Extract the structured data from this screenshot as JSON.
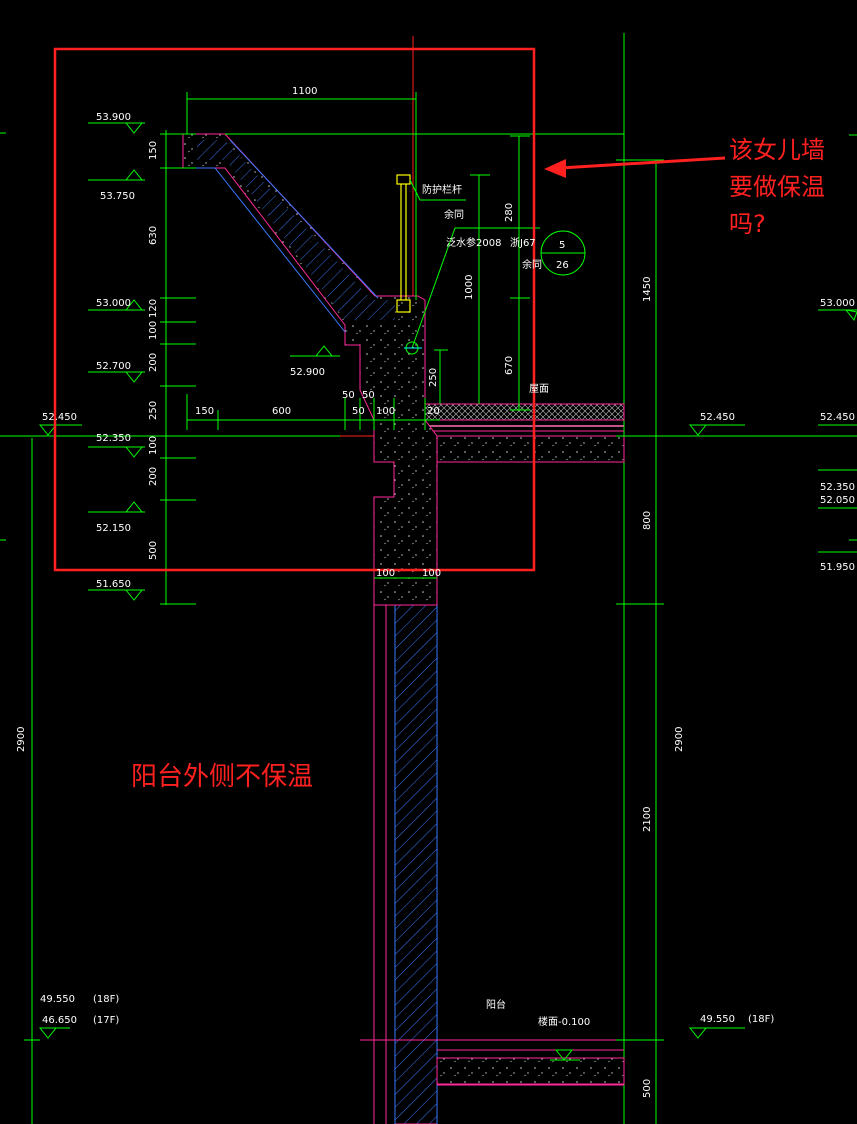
{
  "colors": {
    "background": "#000000",
    "dimension": "#00ff00",
    "concrete_outline": "#ff2a9a",
    "hatch": "#3a78ff",
    "railing": "#ffff00",
    "annotation_red": "#ff2020",
    "text": "#ffffff",
    "axis": "#ff2020"
  },
  "icons": {
    "elevation_marker": "elevation-triangle-icon",
    "section_callout": "detail-callout-circle-icon",
    "arrow": "red-arrow-icon"
  },
  "annotations": {
    "question_line1": "该女儿墙",
    "question_line2": "要做保温",
    "question_line3": "吗?",
    "balcony_note": "阳台外侧不保温"
  },
  "labels": {
    "railing": "防护栏杆",
    "railing_ref": "余同",
    "waterproof": "泛水参2008",
    "waterproof_ref": "浙J67",
    "waterproof_ref2": "余同",
    "callout_top": "5",
    "callout_bottom": "26",
    "roof": "屋面",
    "balcony": "阳台",
    "floor": "楼面-0.100"
  },
  "elevations_left": {
    "e53900": "53.900",
    "e53750": "53.750",
    "e53000": "53.000",
    "e52700": "52.700",
    "e52900": "52.900",
    "e52450": "52.450",
    "e52350": "52.350",
    "e52150": "52.150",
    "e51650": "51.650",
    "e49550": "49.550",
    "f18": "(18F)",
    "e46650": "46.650",
    "f17": "(17F)"
  },
  "elevations_right": {
    "e52450": "52.450",
    "e53000": "53.000",
    "e52450b": "52.450",
    "e52350": "52.350",
    "e52050": "52.050",
    "e51950": "51.950",
    "e49550": "49.550",
    "f18": "(18F)"
  },
  "dimensions": {
    "d1100": "1100",
    "d150": "150",
    "d630": "630",
    "d120": "120",
    "d100a": "100",
    "d200a": "200",
    "d250v": "250",
    "d100b": "100",
    "d200b": "200",
    "d500a": "500",
    "d150h": "150",
    "d600": "600",
    "d50a": "50",
    "d50b": "50",
    "d50c": "50",
    "d100h": "100",
    "d20": "20",
    "d250": "250",
    "d280": "280",
    "d1000": "1000",
    "d670": "670",
    "d1450": "1450",
    "d800": "800",
    "d2900l": "2900",
    "d2900r": "2900",
    "d2100": "2100",
    "d500b": "500",
    "d100c": "100",
    "d100d": "100"
  }
}
